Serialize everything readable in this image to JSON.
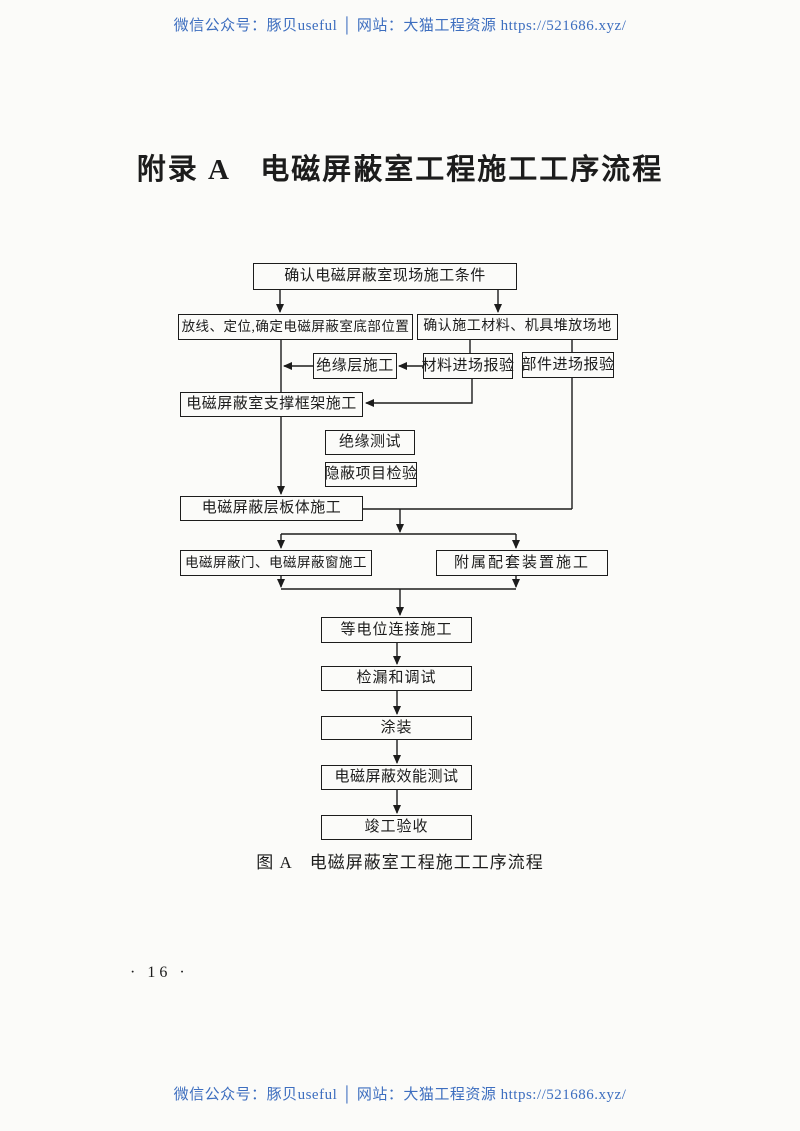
{
  "header": {
    "text": "微信公众号：豚贝useful │ 网站：大猫工程资源 https://521686.xyz/"
  },
  "footer": {
    "text": "微信公众号：豚贝useful │ 网站：大猫工程资源 https://521686.xyz/"
  },
  "page": {
    "title": "附录 A　电磁屏蔽室工程施工工序流程",
    "figure_caption": "图 A　电磁屏蔽室工程施工工序流程",
    "page_number": "· 16 ·"
  },
  "colors": {
    "watermark_blue": "#3d6ebf",
    "ink": "#1c1c1c",
    "paper": "#fbfbf9"
  },
  "flowchart": {
    "boxes": [
      {
        "id": "confirm-site-conditions",
        "label": "确认电磁屏蔽室现场施工条件"
      },
      {
        "id": "layout-positioning",
        "label": "放线、定位,确定电磁屏蔽室底部位置"
      },
      {
        "id": "confirm-materials-site",
        "label": "确认施工材料、机具堆放场地"
      },
      {
        "id": "insulation-layer",
        "label": "绝缘层施工"
      },
      {
        "id": "material-entry-inspection",
        "label": "材料进场报验"
      },
      {
        "id": "component-entry-inspection",
        "label": "部件进场报验"
      },
      {
        "id": "support-frame-construction",
        "label": "电磁屏蔽室支撑框架施工"
      },
      {
        "id": "insulation-test",
        "label": "绝缘测试"
      },
      {
        "id": "concealed-work-inspection",
        "label": "隐蔽项目检验"
      },
      {
        "id": "shield-panel-construction",
        "label": "电磁屏蔽层板体施工"
      },
      {
        "id": "door-window-construction",
        "label": "电磁屏蔽门、电磁屏蔽窗施工"
      },
      {
        "id": "accessory-device-construction",
        "label": "附属配套装置施工"
      },
      {
        "id": "equipotential-bonding",
        "label": "等电位连接施工"
      },
      {
        "id": "leak-detection-debugging",
        "label": "检漏和调试"
      },
      {
        "id": "painting",
        "label": "涂装"
      },
      {
        "id": "shielding-effectiveness-test",
        "label": "电磁屏蔽效能测试"
      },
      {
        "id": "completion-acceptance",
        "label": "竣工验收"
      }
    ]
  }
}
